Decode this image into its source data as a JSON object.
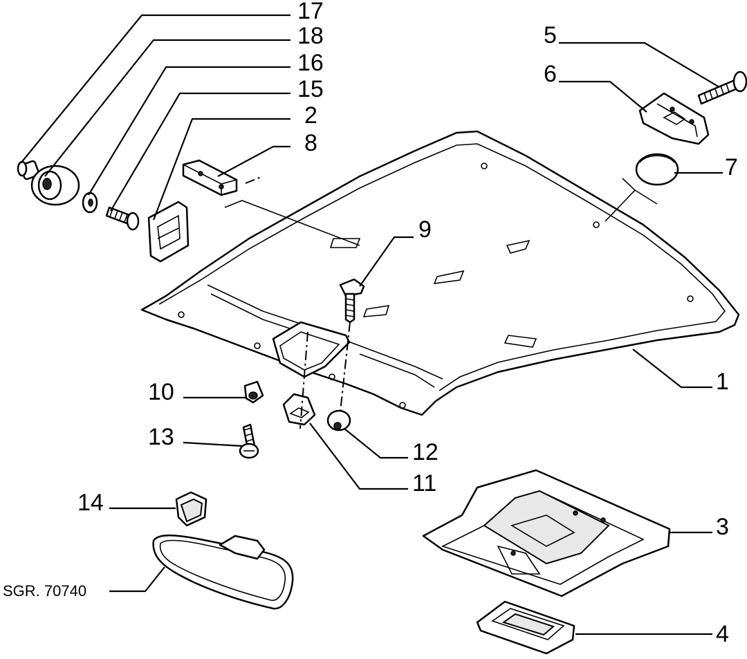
{
  "drawing_code": "SGR. 70740",
  "callouts": [
    {
      "id": "c1",
      "text": "1"
    },
    {
      "id": "c2",
      "text": "2"
    },
    {
      "id": "c3",
      "text": "3"
    },
    {
      "id": "c4",
      "text": "4"
    },
    {
      "id": "c5",
      "text": "5"
    },
    {
      "id": "c6",
      "text": "6"
    },
    {
      "id": "c7",
      "text": "7"
    },
    {
      "id": "c8",
      "text": "8"
    },
    {
      "id": "c9",
      "text": "9"
    },
    {
      "id": "c10",
      "text": "10"
    },
    {
      "id": "c11",
      "text": "11"
    },
    {
      "id": "c12",
      "text": "12"
    },
    {
      "id": "c13",
      "text": "13"
    },
    {
      "id": "c14",
      "text": "14"
    },
    {
      "id": "c15",
      "text": "15"
    },
    {
      "id": "c16",
      "text": "16"
    },
    {
      "id": "c17",
      "text": "17"
    },
    {
      "id": "c18",
      "text": "18"
    }
  ]
}
